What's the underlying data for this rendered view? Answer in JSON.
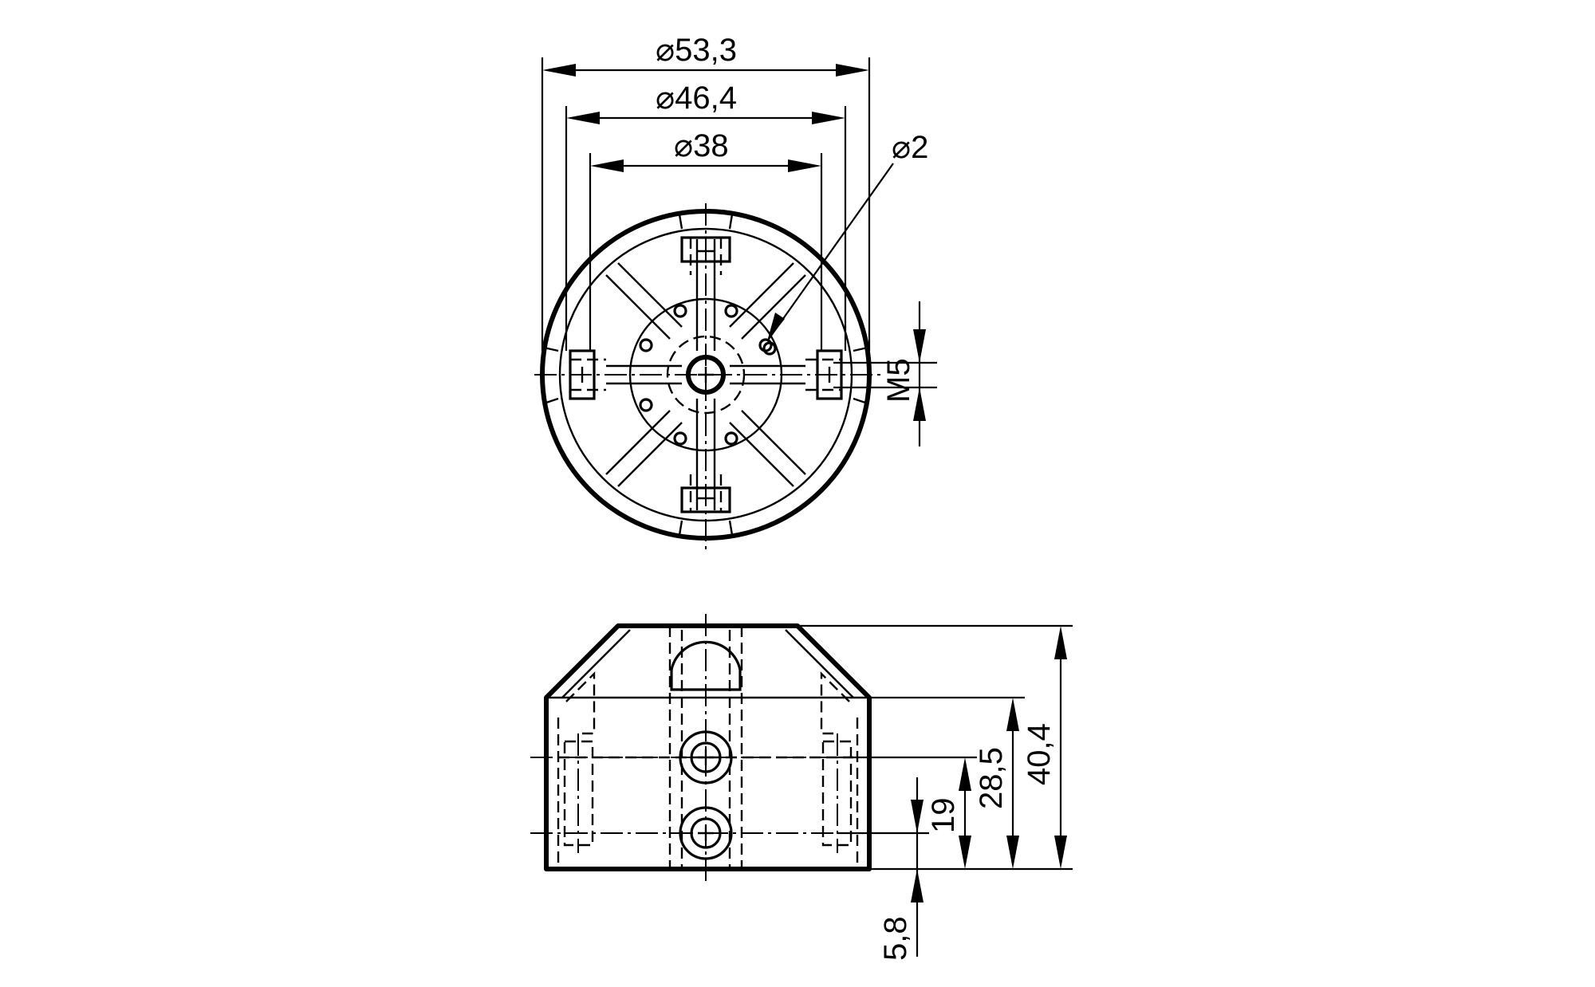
{
  "diameter_symbol": "⌀",
  "top_view": {
    "dim_outer": "53,3",
    "dim_mid": "46,4",
    "dim_inner": "38",
    "dim_hole": "2",
    "dim_thread": "M5"
  },
  "side_view": {
    "dim_total_height": "40,4",
    "dim_upper_height": "28,5",
    "dim_mid_height": "19",
    "dim_bottom_offset": "5,8"
  }
}
